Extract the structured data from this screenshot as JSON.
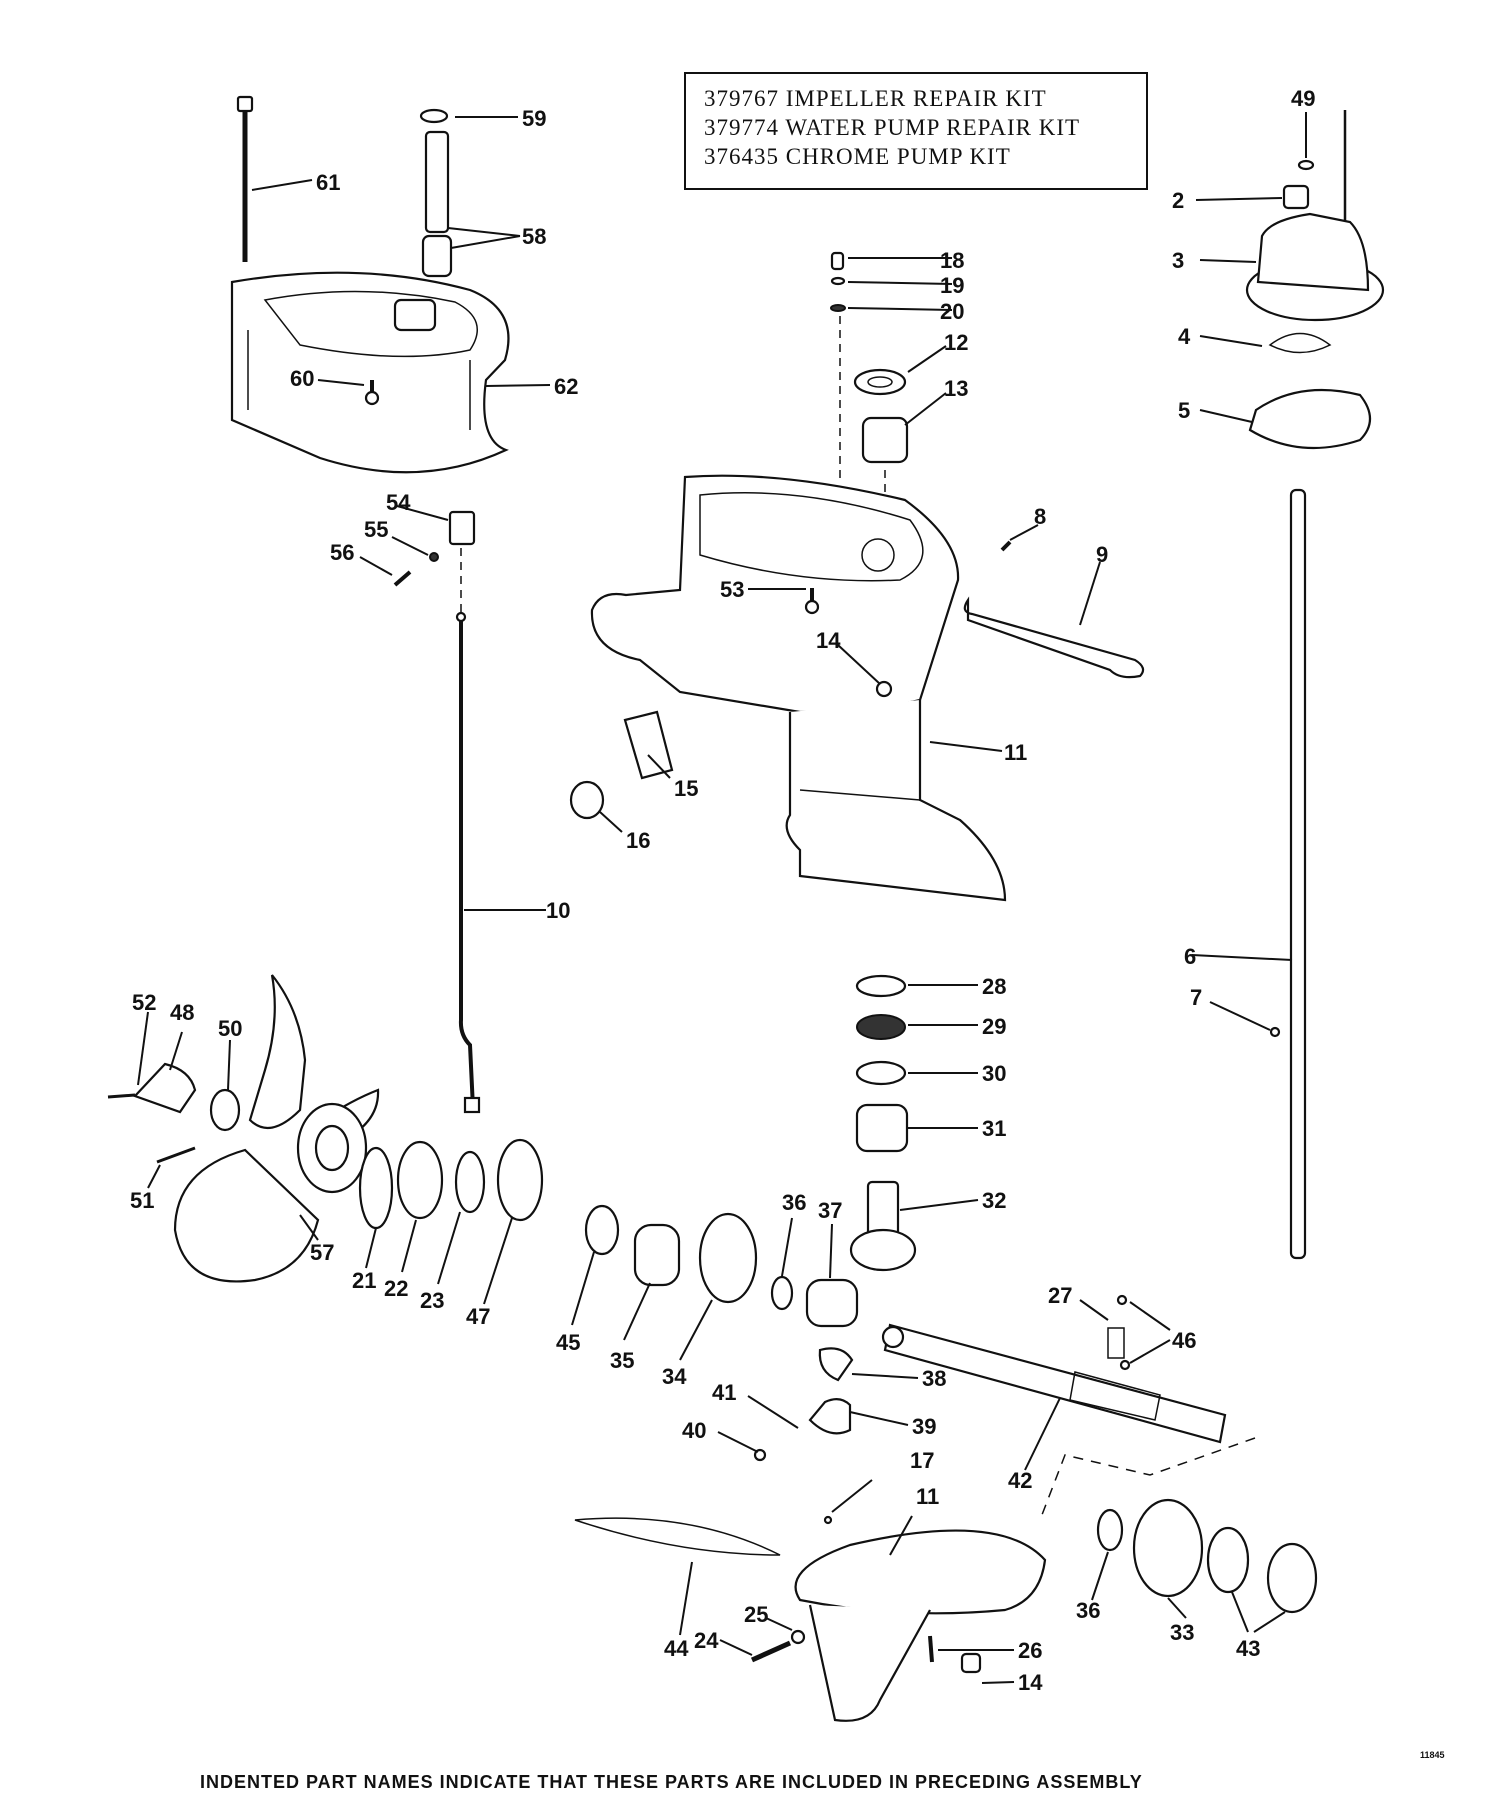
{
  "kit_list": [
    {
      "number": "379767",
      "name": "IMPELLER REPAIR KIT"
    },
    {
      "number": "379774",
      "name": "WATER PUMP REPAIR KIT"
    },
    {
      "number": "376435",
      "name": "CHROME PUMP KIT"
    }
  ],
  "footer_note": "INDENTED PART NAMES INDICATE THAT THESE PARTS ARE INCLUDED IN PRECEDING ASSEMBLY",
  "figure_code": "11845",
  "labels": [
    "61",
    "59",
    "58",
    "62",
    "60",
    "54",
    "55",
    "56",
    "49",
    "2",
    "3",
    "4",
    "5",
    "18",
    "19",
    "20",
    "12",
    "13",
    "8",
    "9",
    "53",
    "14",
    "11",
    "15",
    "16",
    "10",
    "6",
    "7",
    "28",
    "29",
    "30",
    "31",
    "32",
    "52",
    "48",
    "50",
    "51",
    "57",
    "21",
    "22",
    "23",
    "47",
    "45",
    "35",
    "34",
    "36",
    "37",
    "27",
    "46",
    "38",
    "41",
    "39",
    "40",
    "42",
    "17",
    "11",
    "44",
    "25",
    "24",
    "26",
    "14",
    "36",
    "33",
    "43"
  ]
}
